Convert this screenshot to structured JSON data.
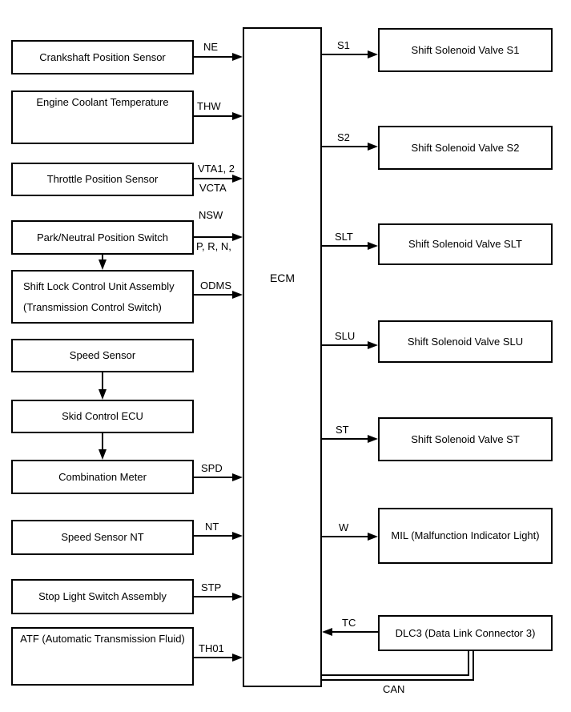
{
  "ecm": {
    "label": "ECM"
  },
  "can_bus": {
    "label": "CAN"
  },
  "inputs": [
    {
      "label": "Crankshaft Position Sensor",
      "signal": "NE"
    },
    {
      "label": "Engine Coolant Temperature",
      "signal": "THW"
    },
    {
      "label": "Throttle Position Sensor",
      "signal": "VTA1, 2",
      "signal2": "VCTA"
    },
    {
      "label": "Park/Neutral Position Switch",
      "signal": "NSW",
      "signal2": "P, R, N,"
    },
    {
      "label": "Shift Lock Control Unit Assembly",
      "label2": "(Transmission Control Switch)",
      "signal": "ODMS"
    },
    {
      "label": "Speed Sensor"
    },
    {
      "label": "Skid Control ECU"
    },
    {
      "label": "Combination Meter",
      "signal": "SPD"
    },
    {
      "label": "Speed Sensor NT",
      "signal": "NT"
    },
    {
      "label": "Stop Light Switch Assembly",
      "signal": "STP"
    },
    {
      "label": "ATF (Automatic Transmission Fluid)",
      "signal": "TH01"
    }
  ],
  "outputs": [
    {
      "label": "Shift Solenoid Valve S1",
      "signal": "S1"
    },
    {
      "label": "Shift Solenoid Valve S2",
      "signal": "S2"
    },
    {
      "label": "Shift Solenoid Valve SLT",
      "signal": "SLT"
    },
    {
      "label": "Shift Solenoid Valve SLU",
      "signal": "SLU"
    },
    {
      "label": "Shift Solenoid Valve ST",
      "signal": "ST"
    },
    {
      "label": "MIL (Malfunction Indicator Light)",
      "signal": "W"
    },
    {
      "label": "DLC3 (Data Link Connector 3)",
      "signal": "TC"
    }
  ],
  "colors": {
    "line": "#000000",
    "background": "#ffffff"
  }
}
